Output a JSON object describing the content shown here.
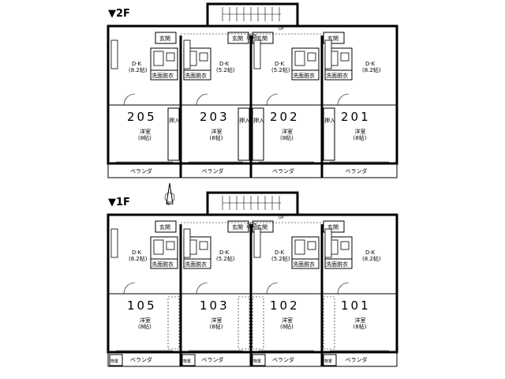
{
  "floors": [
    {
      "label": "▼2F",
      "corridor": "通路",
      "stair_mark": "UP",
      "units": [
        {
          "no": "205",
          "dk": "D·K",
          "dk_size": "(8.2帖)",
          "western": "洋室",
          "western_size": "(8帖)",
          "wash": "洗面脱衣",
          "entry": "玄関",
          "closet": "押入",
          "veranda": "ベランダ"
        },
        {
          "no": "203",
          "dk": "D·K",
          "dk_size": "(5.2帖)",
          "western": "洋室",
          "western_size": "(8帖)",
          "wash": "洗面脱衣",
          "entry": "玄関",
          "closet": "押入",
          "veranda": "ベランダ"
        },
        {
          "no": "202",
          "dk": "D·K",
          "dk_size": "(5.2帖)",
          "western": "洋室",
          "western_size": "(8帖)",
          "wash": "洗面脱衣",
          "entry": "玄関",
          "closet": "押入",
          "veranda": "ベランダ"
        },
        {
          "no": "201",
          "dk": "D·K",
          "dk_size": "(8.2帖)",
          "western": "洋室",
          "western_size": "(8帖)",
          "wash": "洗面脱衣",
          "entry": "玄関",
          "closet": "押入",
          "veranda": "ベランダ"
        }
      ],
      "storage": ""
    },
    {
      "label": "▼1F",
      "corridor": "通路",
      "stair_mark": "UP",
      "units": [
        {
          "no": "105",
          "dk": "D·K",
          "dk_size": "(8.2帖)",
          "western": "洋室",
          "western_size": "(8帖)",
          "wash": "洗面脱衣",
          "entry": "玄関",
          "closet": "",
          "veranda": "ベランダ"
        },
        {
          "no": "103",
          "dk": "D·K",
          "dk_size": "(5.2帖)",
          "western": "洋室",
          "western_size": "(8帖)",
          "wash": "洗面脱衣",
          "entry": "玄関",
          "closet": "",
          "veranda": "ベランダ"
        },
        {
          "no": "102",
          "dk": "D·K",
          "dk_size": "(5.2帖)",
          "western": "洋室",
          "western_size": "(8帖)",
          "wash": "洗面脱衣",
          "entry": "玄関",
          "closet": "",
          "veranda": "ベランダ"
        },
        {
          "no": "101",
          "dk": "D·K",
          "dk_size": "(8.2帖)",
          "western": "洋室",
          "western_size": "(8帖)",
          "wash": "洗面脱衣",
          "entry": "玄関",
          "closet": "",
          "veranda": "ベランダ"
        }
      ],
      "storage": "物置"
    }
  ],
  "north_mark": "N"
}
